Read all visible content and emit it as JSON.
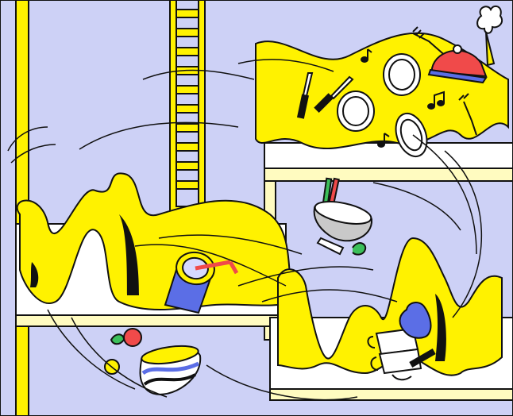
{
  "scene": {
    "kind": "flat illustration",
    "palette": {
      "background": "#cdd1f6",
      "yellow": "#fff200",
      "shelf_white": "#ffffff",
      "shelf_cream": "#fffbc0",
      "outline": "#111111",
      "red": "#f04a4a",
      "blue": "#5b6ee6",
      "green": "#3bbf5a",
      "gray": "#c9c9c9"
    },
    "objects": [
      "wall-pillar",
      "ladder",
      "shelf-top",
      "shelf-middle-left",
      "shelf-middle-right",
      "shelf-bottom-left",
      "shelf-bottom-right",
      "yellow-cloth-top",
      "yellow-cloth-middle",
      "yellow-cloth-bottom",
      "plates",
      "knives",
      "forks",
      "red-cloche",
      "music-notes",
      "steam-cloud",
      "colander-bowl",
      "juice-glass",
      "fruit",
      "bowl-bottom",
      "mugs",
      "oven-mitt",
      "motion-lines"
    ]
  }
}
